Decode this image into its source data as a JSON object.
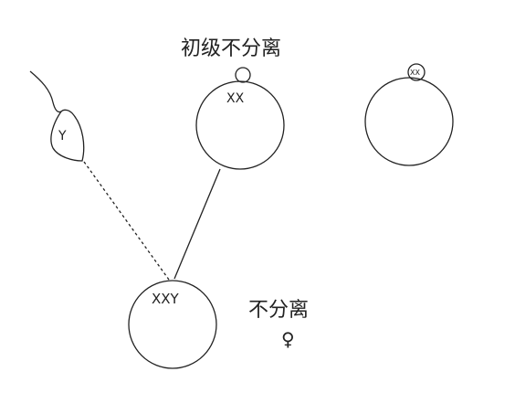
{
  "labels": {
    "primary_nondisjunction": "初级不分离",
    "nondisjunction": "不分离",
    "sperm_chromosome": "Y",
    "primary_oocyte_chromosomes": "XX",
    "polar_body_chromosomes": "XX",
    "zygote_chromosomes": "XXY",
    "female_symbol": "♀"
  }
}
